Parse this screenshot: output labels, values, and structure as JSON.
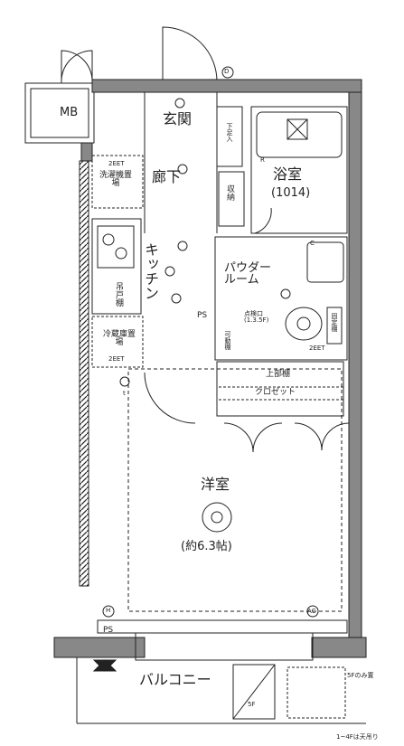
{
  "rooms": {
    "mb": "MB",
    "genkan": "玄関",
    "shoe": "下足入",
    "hallway": "廊下",
    "storage": "収納",
    "bath": "浴室",
    "bath_size": "(1014)",
    "washer": "洗濯機置場",
    "washer_note": "2EET",
    "kitchen": "キッチン",
    "kitchen_cab": "吊戸棚",
    "fridge": "冷蔵庫置場",
    "fridge_note": "2EET",
    "powder": "パウダールーム",
    "inspection": "点検口(1.3.5F)",
    "fixed_shelf": "固定棚",
    "toilet_note": "2EET",
    "movable_shelf": "可動棚",
    "upper_shelf": "上部棚",
    "closet": "クロゼット",
    "western": "洋室",
    "western_size": "(約6.3帖)",
    "balcony": "バルコニー",
    "note_5f_only": "5Fのみ置",
    "note_1_4f": "1~4Fは天吊り",
    "note_5f": "5F",
    "ps1": "PS",
    "ps2": "PS"
  },
  "symbols": {
    "d_mark": "D",
    "h_mark": "H",
    "ac_mark": "AC",
    "r_mark": "R",
    "c_mark": "C",
    "t_mark": "t"
  }
}
